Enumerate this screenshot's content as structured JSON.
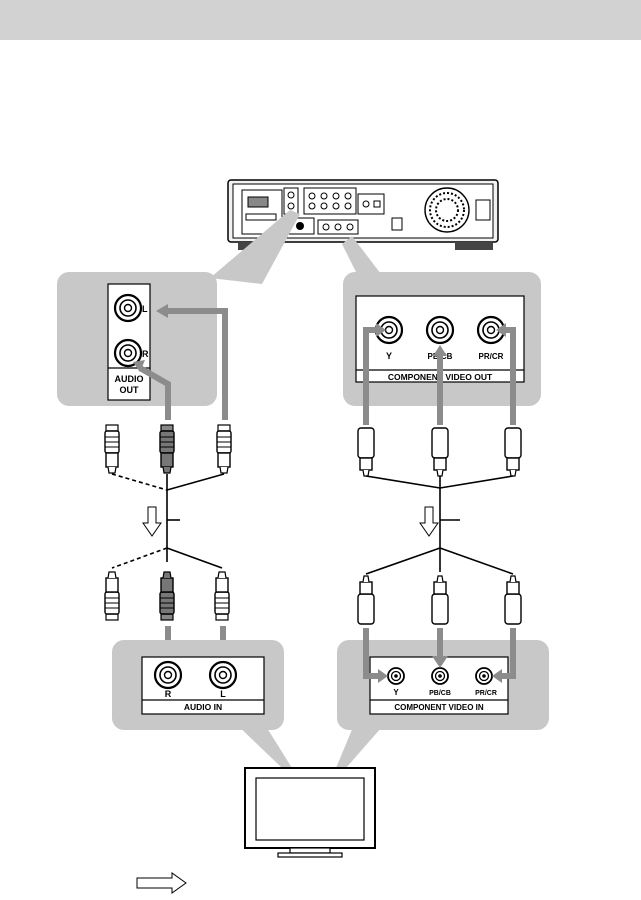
{
  "labels": {
    "audio_out_l": "L",
    "audio_out_r": "R",
    "audio_out_line1": "AUDIO",
    "audio_out_line2": "OUT",
    "comp_out_y": "Y",
    "comp_out_pb": "PB/CB",
    "comp_out_pr": "PR/CR",
    "comp_out_title": "COMPONENT VIDEO OUT",
    "audio_in_r": "R",
    "audio_in_l": "L",
    "audio_in_title": "AUDIO IN",
    "comp_in_y": "Y",
    "comp_in_pb": "PB/CB",
    "comp_in_pr": "PR/CR",
    "comp_in_title": "COMPONENT VIDEO IN"
  },
  "colors": {
    "header_band": "#d2d2d2",
    "callout_panel": "#c8c8c8",
    "signal_arrow": "#8c8c8c",
    "cable": "#000000"
  },
  "icons": [
    "dvd-player-rear-panel",
    "tv-monitor-icon",
    "signal-flow-arrow-icon",
    "rca-plug-icon"
  ]
}
